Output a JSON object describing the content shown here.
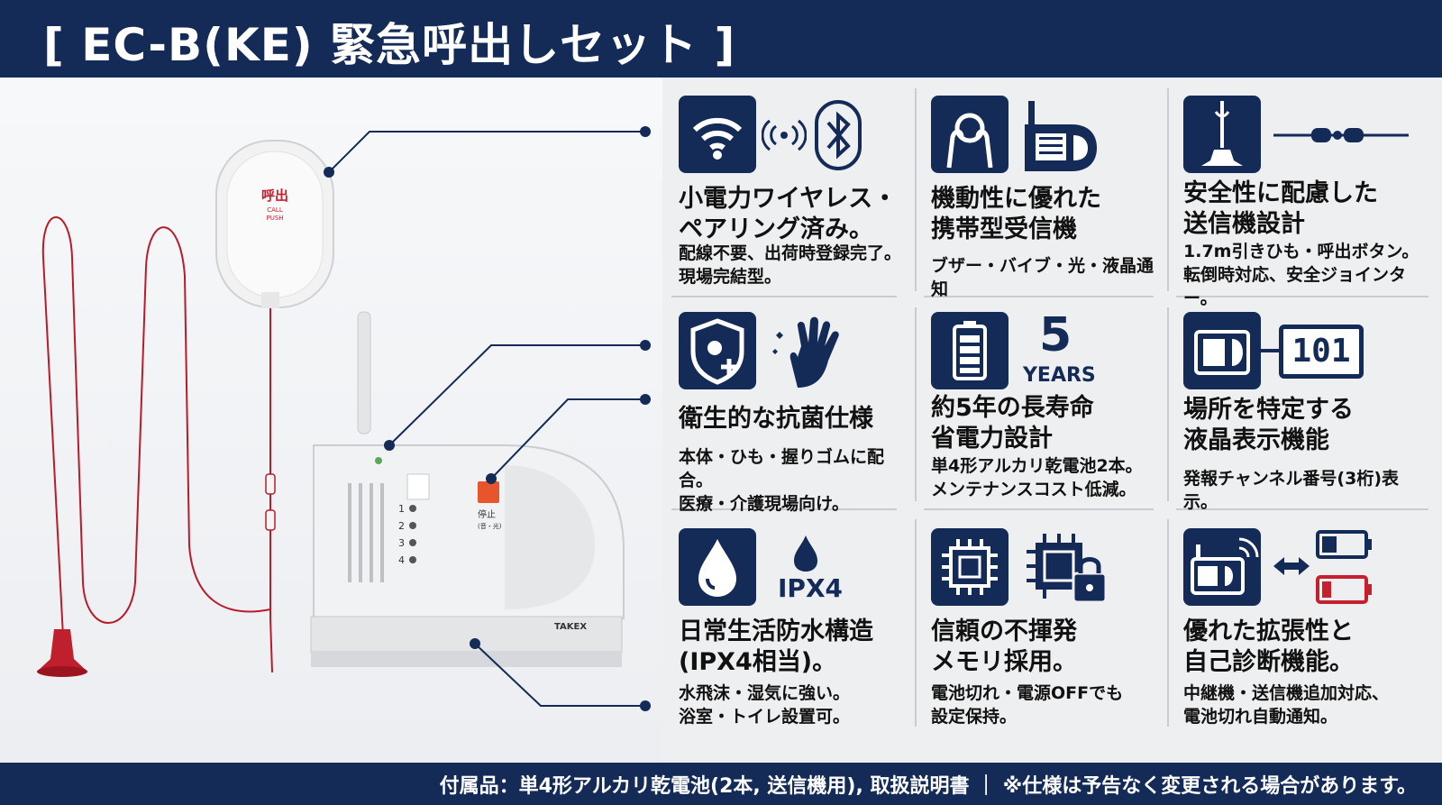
{
  "header": {
    "title": "[ EC-B(KE) 緊急呼出しセット ]"
  },
  "product": {
    "button_label_main": "呼出",
    "button_label_call": "CALL",
    "button_label_push": "PUSH",
    "receiver_channels": [
      "1",
      "2",
      "3",
      "4"
    ],
    "receiver_stop_label": "停止",
    "receiver_stop_sub": "(音・光)",
    "receiver_brand": "TAKEX"
  },
  "features": [
    {
      "id": "wireless",
      "title": "小電力ワイヤレス・\nペアリング済み。",
      "desc": "配線不要、出荷時登録完了。\n現場完結型。",
      "icons": [
        "wifi-icon",
        "signal-icon",
        "bluetooth-icon"
      ]
    },
    {
      "id": "portable",
      "title": "機動性に優れた\n携帯型受信機",
      "desc": "ブザー・バイブ・光・液晶通知",
      "icons": [
        "hand-receiver-icon",
        "receiver-icon"
      ]
    },
    {
      "id": "safety",
      "title": "安全性に配慮した\n送信機設計",
      "desc": "1.7m引きひも・呼出ボタン。\n転倒時対応、安全ジョインター。",
      "icons": [
        "pull-cord-icon",
        "jointer-icon"
      ]
    },
    {
      "id": "hygiene",
      "title": "衛生的な抗菌仕様",
      "desc": "本体・ひも・握りゴムに配合。\n医療・介護現場向け。",
      "icons": [
        "antibacterial-shield-icon",
        "clean-hand-icon"
      ]
    },
    {
      "id": "battery",
      "title": "約5年の長寿命\n省電力設計",
      "desc": "単4形アルカリ乾電池2本。\nメンテナンスコスト低減。",
      "icons": [
        "battery-icon"
      ],
      "years_number": "5",
      "years_label": "YEARS"
    },
    {
      "id": "display",
      "title": "場所を特定する\n液晶表示機能",
      "desc": "発報チャンネル番号(3桁)表示。",
      "icons": [
        "receiver-icon",
        "lcd-display-icon"
      ],
      "lcd_value": "101"
    },
    {
      "id": "waterproof",
      "title": "日常生活防水構造\n(IPX4相当)。",
      "desc": "水飛沫・湿気に強い。\n浴室・トイレ設置可。",
      "icons": [
        "water-drop-icon",
        "small-drop-icon"
      ],
      "ipx_label": "IPX4"
    },
    {
      "id": "memory",
      "title": "信頼の不揮発\nメモリ採用。",
      "desc": "電池切れ・電源OFFでも\n設定保持。",
      "icons": [
        "chip-icon",
        "chip-lock-icon"
      ]
    },
    {
      "id": "expand",
      "title": "優れた拡張性と\n自己診断機能。",
      "desc": "中継機・送信機追加対応、\n電池切れ自動通知。",
      "icons": [
        "receiver-signal-icon",
        "double-arrow-icon",
        "battery-low-icon"
      ]
    }
  ],
  "footer": {
    "text": "付属品：単4形アルカリ乾電池(2本, 送信機用), 取扱説明書 ｜ ※仕様は予告なく変更される場合があります。"
  },
  "colors": {
    "navy": "#142a57",
    "cord_red": "#b81c2a",
    "panel_bg": "#eeeff1",
    "stop_orange": "#e8552c"
  }
}
